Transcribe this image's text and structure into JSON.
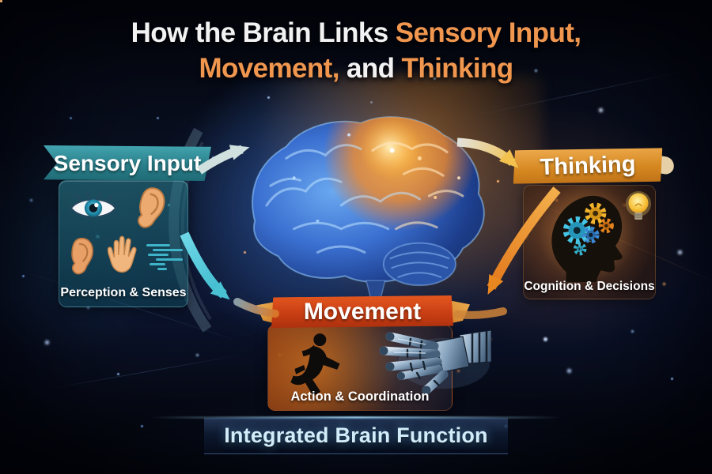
{
  "title": {
    "line1_white": "How the Brain Links",
    "line1_orange": "Sensory Input,",
    "line2_orange1": "Movement,",
    "line2_white": "and",
    "line2_orange2": "Thinking"
  },
  "nodes": {
    "sensory_input": {
      "label": "Sensory Input",
      "caption": "Perception & Senses",
      "icons": [
        "eye-icon",
        "ear-icon",
        "ear-icon",
        "hand-icon"
      ],
      "accent_color": "#2e8d9a"
    },
    "thinking": {
      "label": "Thinking",
      "caption": "Cognition & Decisions",
      "icons": [
        "head-gears-icon",
        "lightbulb-icon"
      ],
      "accent_color": "#d9913a"
    },
    "movement": {
      "label": "Movement",
      "caption": "Action & Coordination",
      "icons": [
        "runner-icon",
        "robot-hand-icon"
      ],
      "accent_color": "#d5491d"
    }
  },
  "center": {
    "icon": "brain-icon"
  },
  "flow_arrows": [
    {
      "from": "sensory-input",
      "to": "brain",
      "color": "#cfe0de"
    },
    {
      "from": "brain",
      "to": "thinking",
      "color": "#f2c14e"
    },
    {
      "from": "thinking",
      "to": "movement",
      "color": "#e8871f"
    },
    {
      "from": "sensory-input",
      "to": "movement",
      "color": "#3cb8cc"
    }
  ],
  "footer": {
    "label": "Integrated Brain Function"
  },
  "palette": {
    "background": "#070c18",
    "title_white": "#f2f2f2",
    "title_orange": "#f0964e",
    "footer_text": "#d2ecfa"
  }
}
